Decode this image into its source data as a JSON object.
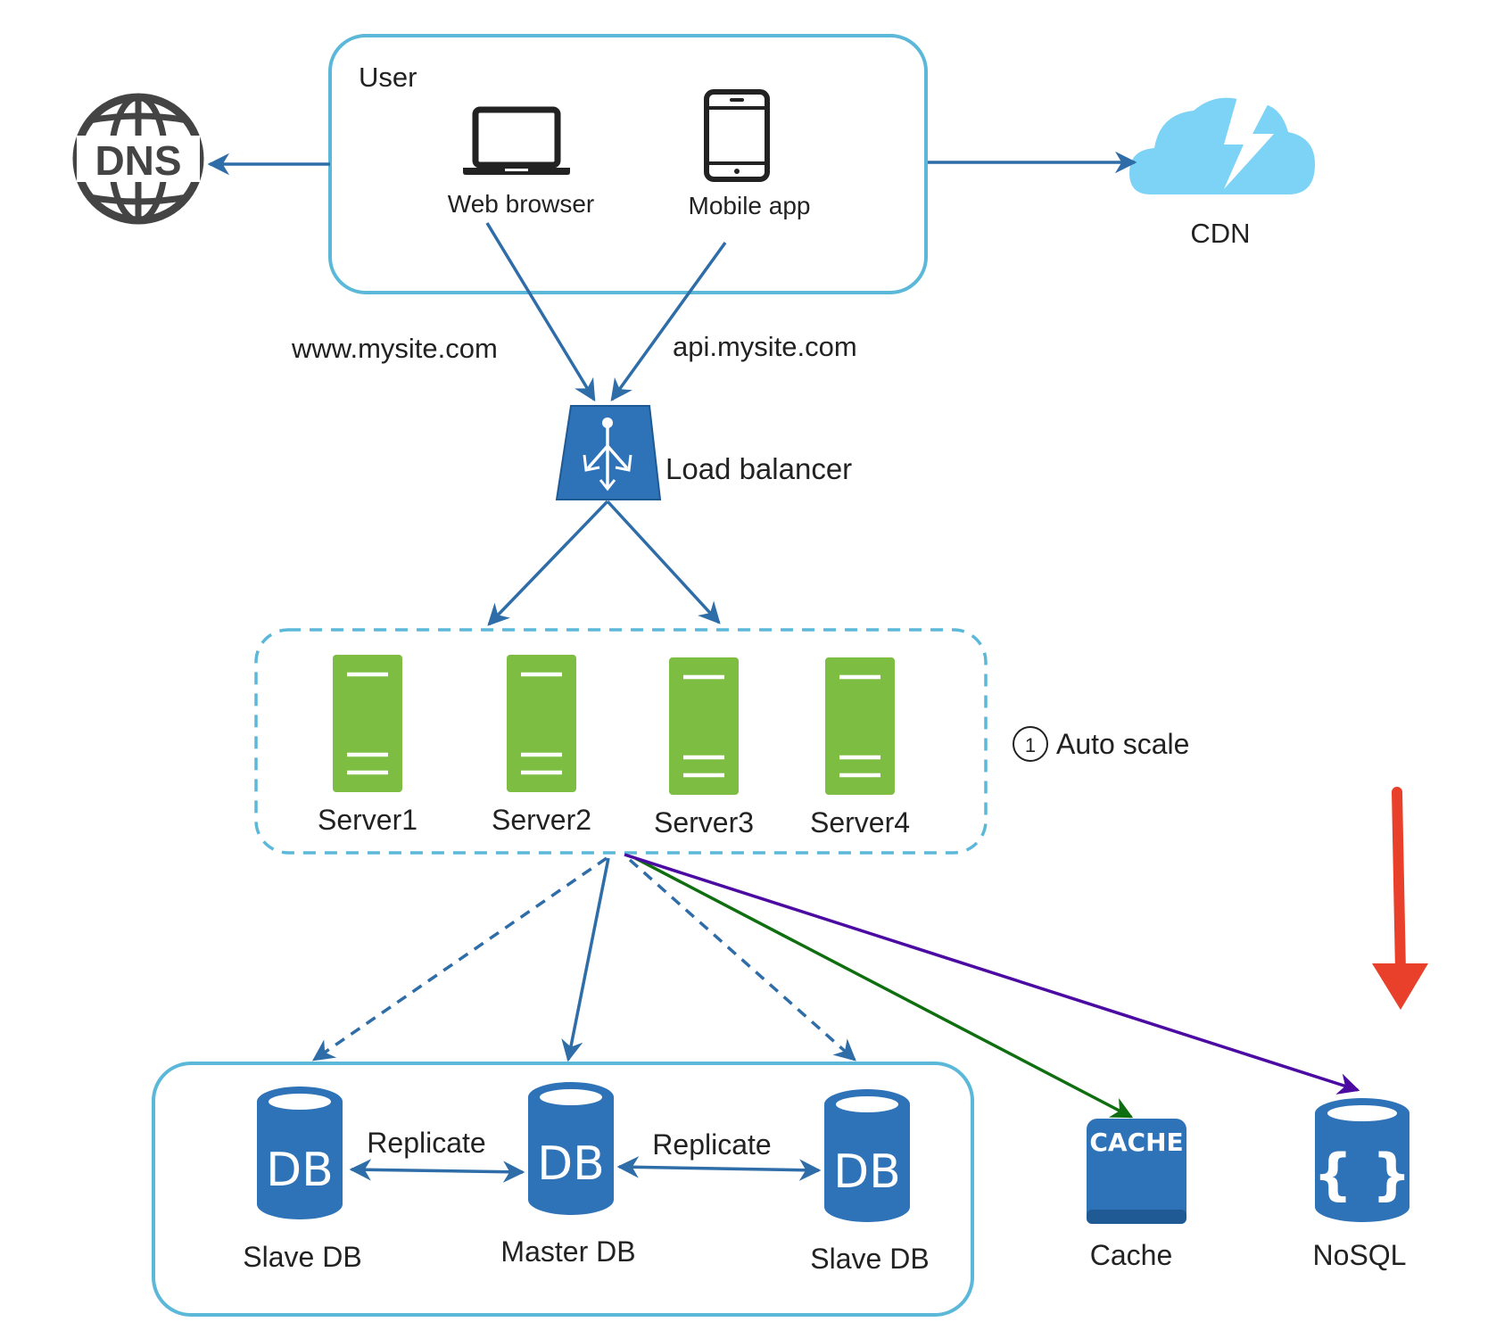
{
  "user_box": {
    "title": "User",
    "web_browser": "Web browser",
    "mobile_app": "Mobile app"
  },
  "dns": {
    "icon_text": "DNS"
  },
  "cdn": {
    "label": "CDN"
  },
  "domains": {
    "web": "www.mysite.com",
    "api": "api.mysite.com"
  },
  "load_balancer": {
    "label": "Load balancer"
  },
  "servers": {
    "items": [
      "Server1",
      "Server2",
      "Server3",
      "Server4"
    ],
    "auto_scale_number": "1",
    "auto_scale_label": "Auto scale"
  },
  "databases": {
    "icon_text": "DB",
    "slave_left": "Slave DB",
    "master": "Master DB",
    "slave_right": "Slave DB",
    "replicate_left": "Replicate",
    "replicate_right": "Replicate"
  },
  "cache": {
    "icon_text": "CACHE",
    "label": "Cache"
  },
  "nosql": {
    "icon_text": "{ }",
    "label": "NoSQL"
  },
  "colors": {
    "box_border": "#5bb8d8",
    "arrow_blue": "#2e6da8",
    "icon_blue": "#2e72b8",
    "server_green": "#7dbd42",
    "cache_arrow": "#0f6e0f",
    "nosql_arrow": "#4b0aa2",
    "highlight_arrow": "#e8402a",
    "cdn_cloud": "#7dd3f5"
  }
}
